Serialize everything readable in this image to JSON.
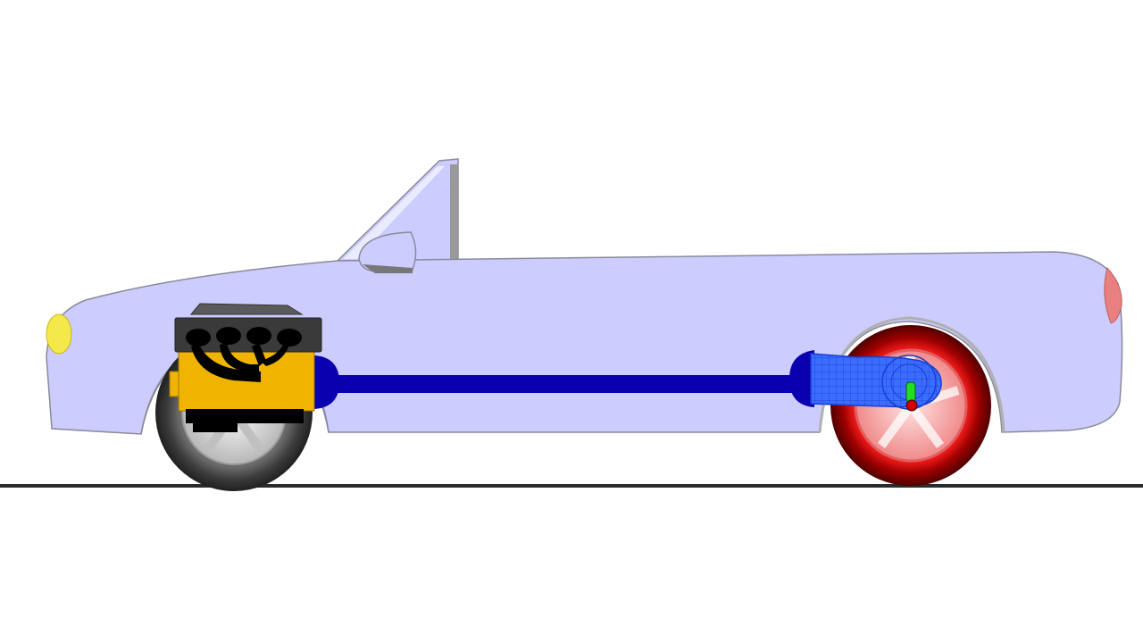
{
  "scene": "rear-wheel-drive-drivetrain",
  "colors": {
    "background": "#ffffff",
    "ground": "#2b2b2b",
    "body_fill": "#ccccff",
    "body_stroke": "#8a8a9a",
    "headlight": "#f5e84a",
    "taillight": "#e88080",
    "engine_block": "#f0b400",
    "engine_top": "#3a3a3a",
    "engine_manifold": "#000000",
    "driveshaft": "#0a00b0",
    "differential": "#3366ff",
    "front_tire": "#4a4a4a",
    "front_rim": "#d8d8d8",
    "rear_tire": "#a00000",
    "rear_rim": "#f0b0b0",
    "axle_green": "#22dd22",
    "axle_red": "#cc0000"
  },
  "components": {
    "engine": "engine",
    "driveshaft": "driveshaft",
    "differential": "rear-differential",
    "front_wheel": "front-wheel",
    "rear_wheel": "rear-wheel-driven"
  }
}
